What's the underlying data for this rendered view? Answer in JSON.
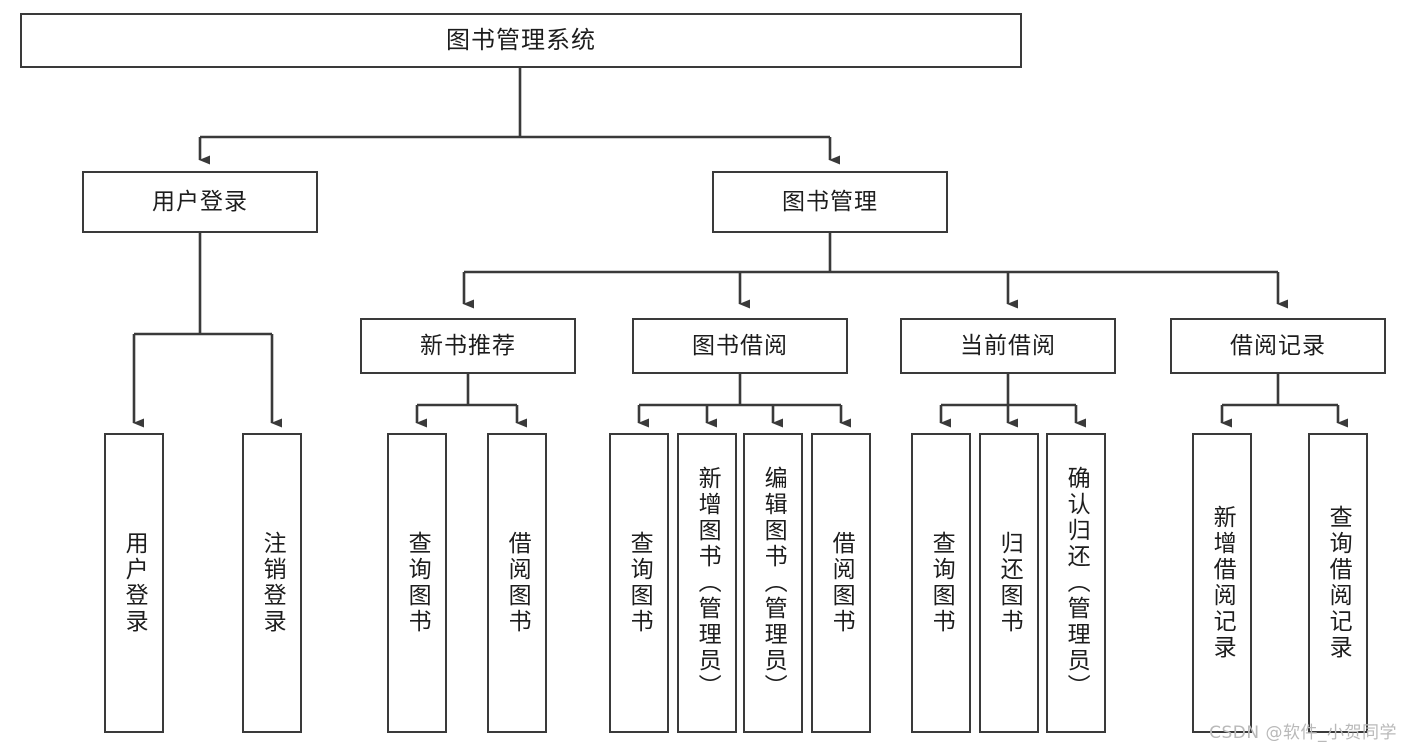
{
  "diagram": {
    "title": "图书管理系统",
    "type": "tree-hierarchy-chart",
    "root": {
      "label": "图书管理系统"
    },
    "level2": [
      {
        "label": "用户登录"
      },
      {
        "label": "图书管理"
      }
    ],
    "level3": [
      {
        "label": "新书推荐"
      },
      {
        "label": "图书借阅"
      },
      {
        "label": "当前借阅"
      },
      {
        "label": "借阅记录"
      }
    ],
    "leaves": {
      "user_login": [
        {
          "label": "用户登录"
        },
        {
          "label": "注销登录"
        }
      ],
      "new_book_recommend": [
        {
          "label": "查询图书"
        },
        {
          "label": "借阅图书"
        }
      ],
      "book_borrow": [
        {
          "label": "查询图书"
        },
        {
          "label": "新增图书（管理员）"
        },
        {
          "label": "编辑图书（管理员）"
        },
        {
          "label": "借阅图书"
        }
      ],
      "current_borrow": [
        {
          "label": "查询图书"
        },
        {
          "label": "归还图书"
        },
        {
          "label": "确认归还（管理员）"
        }
      ],
      "borrow_record": [
        {
          "label": "新增借阅记录"
        },
        {
          "label": "查询借阅记录"
        }
      ]
    }
  },
  "watermark": {
    "text": "CSDN @软件_小贺同学"
  },
  "colors": {
    "border": "#3a3a3a",
    "background": "#ffffff",
    "text": "#1d1d1d",
    "watermark": "#b9b9b9"
  }
}
